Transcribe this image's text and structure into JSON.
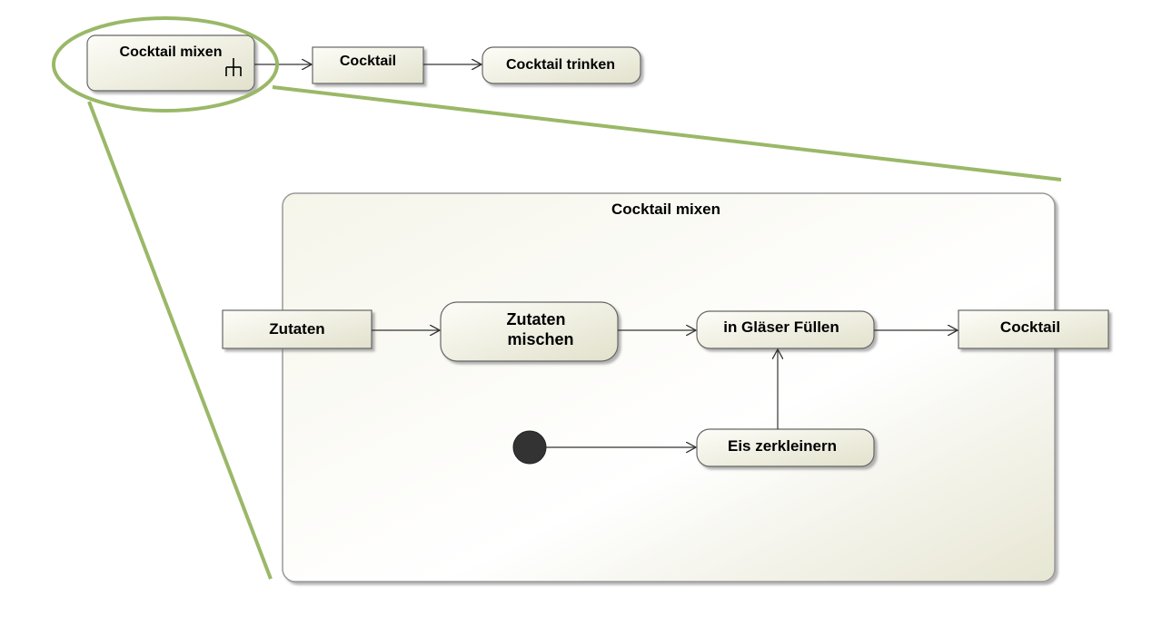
{
  "top_flow": {
    "action": "Cocktail mixen",
    "object": "Cocktail",
    "next_action": "Cocktail trinken"
  },
  "detail": {
    "title": "Cocktail mixen",
    "input_pin": "Zutaten",
    "mix_action_line1": "Zutaten",
    "mix_action_line2": "mischen",
    "fill_action": "in Gläser Füllen",
    "output_pin": "Cocktail",
    "ice_action": "Eis zerkleinern"
  },
  "colors": {
    "highlight": "#9ab867",
    "node_fill_light": "#fbfbf5",
    "node_fill_dark": "#e4e3cf",
    "frame_fill": "#f2f1e6",
    "edge": "#333333"
  }
}
